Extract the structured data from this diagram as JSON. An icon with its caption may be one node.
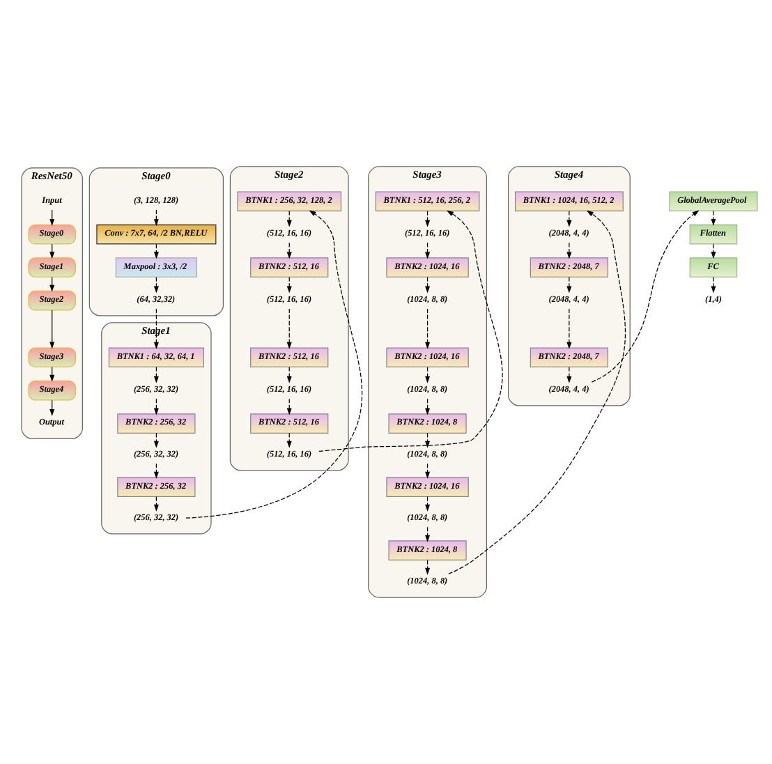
{
  "diagram": {
    "nodes": [
      {
        "text": [
          "ResNet50"
        ]
      },
      {
        "text": [
          "Input"
        ],
        "in": 0
      },
      {
        "text": [
          "Stage0"
        ],
        "in": 0
      },
      {
        "text": [
          "Stage1"
        ],
        "in": 0
      },
      {
        "text": [
          "Stage2"
        ],
        "in": 0
      },
      {
        "text": [
          "Stage3"
        ],
        "in": 0
      },
      {
        "text": [
          "Stage4"
        ],
        "in": 0
      },
      {
        "text": [
          "Output"
        ],
        "in": 0
      },
      {
        "text": [
          "Stage0"
        ]
      },
      {
        "text": [
          "(3, 128, 128)"
        ],
        "in": 8
      },
      {
        "text": [
          "Conv : 7x7, 64, /2 BN,RELU"
        ],
        "in": 8
      },
      {
        "text": [
          "Maxpool : 3x3, /2"
        ],
        "in": 8
      },
      {
        "text": [
          "(64, 32,32)"
        ],
        "in": 8
      },
      {
        "text": [
          "Stage1"
        ]
      },
      {
        "text": [
          "BTNK1 : 64, 32, 64, 1"
        ],
        "in": 13
      },
      {
        "text": [
          "(256, 32, 32)"
        ],
        "in": 13
      },
      {
        "text": [
          "BTNK2 : 256, 32"
        ],
        "in": 13
      },
      {
        "text": [
          "(256, 32, 32)"
        ],
        "in": 13
      },
      {
        "text": [
          "BTNK2 : 256, 32"
        ],
        "in": 13
      },
      {
        "text": [
          "(256, 32, 32)"
        ],
        "in": 13
      },
      {
        "text": [
          "Stage2"
        ]
      },
      {
        "text": [
          "BTNK1 : 256, 32, 128, 2"
        ],
        "in": 20
      },
      {
        "text": [
          "(512, 16, 16)"
        ],
        "in": 20
      },
      {
        "text": [
          "BTNK2 : 512, 16"
        ],
        "in": 20
      },
      {
        "text": [
          "(512, 16, 16)"
        ],
        "in": 20
      },
      {
        "text": [
          "BTNK2 : 512, 16"
        ],
        "in": 20
      },
      {
        "text": [
          "(512, 16, 16)"
        ],
        "in": 20
      },
      {
        "text": [
          "BTNK2 : 512, 16"
        ],
        "in": 20
      },
      {
        "text": [
          "(512, 16, 16)"
        ],
        "in": 20
      },
      {
        "text": [
          "Stage3"
        ]
      },
      {
        "text": [
          "BTNK1 : 512, 16, 256, 2"
        ],
        "in": 29
      },
      {
        "text": [
          "(512, 16, 16)"
        ],
        "in": 29
      },
      {
        "text": [
          "BTNK2 : 1024, 16"
        ],
        "in": 29
      },
      {
        "text": [
          "(1024, 8, 8)"
        ],
        "in": 29
      },
      {
        "text": [
          "BTNK2 : 1024, 16"
        ],
        "in": 29
      },
      {
        "text": [
          "(1024, 8, 8)"
        ],
        "in": 29
      },
      {
        "text": [
          "BTNK2 : 1024, 8"
        ],
        "in": 29
      },
      {
        "text": [
          "(1024, 8, 8)"
        ],
        "in": 29
      },
      {
        "text": [
          "BTNK2 : 1024, 16"
        ],
        "in": 29
      },
      {
        "text": [
          "(1024, 8, 8)"
        ],
        "in": 29
      },
      {
        "text": [
          "BTNK2 : 1024, 8"
        ],
        "in": 29
      },
      {
        "text": [
          "(1024, 8, 8)"
        ],
        "in": 29
      },
      {
        "text": [
          "Stage4"
        ]
      },
      {
        "text": [
          "BTNK1 : 1024, 16, 512, 2"
        ],
        "in": 42
      },
      {
        "text": [
          "(2048, 4, 4)"
        ],
        "in": 42
      },
      {
        "text": [
          "BTNK2 : 2048, 7"
        ],
        "in": 42
      },
      {
        "text": [
          "(2048, 4, 4)"
        ],
        "in": 42
      },
      {
        "text": [
          "BTNK2 : 2048, 7"
        ],
        "in": 42
      },
      {
        "text": [
          "(2048, 4, 4)"
        ],
        "in": 42
      },
      {
        "text": [
          "GlobalAveragePool"
        ]
      },
      {
        "text": [
          "Flatten"
        ]
      },
      {
        "text": [
          "FC"
        ]
      },
      {
        "text": [
          "(1,4)"
        ]
      }
    ],
    "edges": [
      {
        "from": 1,
        "to": 2,
        "arrow": "to"
      },
      {
        "from": 2,
        "to": 3,
        "arrow": "to"
      },
      {
        "from": 3,
        "to": 4,
        "arrow": "to"
      },
      {
        "from": 4,
        "to": 5,
        "arrow": "to"
      },
      {
        "from": 5,
        "to": 6,
        "arrow": "to"
      },
      {
        "from": 6,
        "to": 7,
        "arrow": "to"
      },
      {
        "from": 9,
        "to": 10,
        "arrow": "to",
        "style": "dashed"
      },
      {
        "from": 10,
        "to": 11,
        "arrow": "to",
        "style": "dashed"
      },
      {
        "from": 11,
        "to": 12,
        "arrow": "to",
        "style": "dashed"
      },
      {
        "from": 12,
        "to": 14,
        "arrow": "to",
        "style": "dashed"
      },
      {
        "from": 14,
        "to": 15,
        "arrow": "to",
        "style": "dashed"
      },
      {
        "from": 15,
        "to": 16,
        "arrow": "to",
        "style": "dashed"
      },
      {
        "from": 16,
        "to": 17,
        "arrow": "to",
        "style": "dashed"
      },
      {
        "from": 17,
        "to": 18,
        "arrow": "to",
        "style": "dashed"
      },
      {
        "from": 18,
        "to": 19,
        "arrow": "to",
        "style": "dashed"
      },
      {
        "from": 19,
        "to": 21,
        "arrow": "to",
        "style": "dashed"
      },
      {
        "from": 21,
        "to": 22,
        "arrow": "to",
        "style": "dashed"
      },
      {
        "from": 22,
        "to": 23,
        "arrow": "to",
        "style": "dashed"
      },
      {
        "from": 23,
        "to": 24,
        "arrow": "to",
        "style": "dashed"
      },
      {
        "from": 24,
        "to": 25,
        "arrow": "to",
        "style": "dashed"
      },
      {
        "from": 25,
        "to": 26,
        "arrow": "to",
        "style": "dashed"
      },
      {
        "from": 26,
        "to": 27,
        "arrow": "to",
        "style": "dashed"
      },
      {
        "from": 27,
        "to": 28,
        "arrow": "to",
        "style": "dashed"
      },
      {
        "from": 28,
        "to": 30,
        "arrow": "to",
        "style": "dashed"
      },
      {
        "from": 30,
        "to": 31,
        "arrow": "to",
        "style": "dashed"
      },
      {
        "from": 31,
        "to": 32,
        "arrow": "to",
        "style": "dashed"
      },
      {
        "from": 32,
        "to": 33,
        "arrow": "to",
        "style": "dashed"
      },
      {
        "from": 33,
        "to": 34,
        "arrow": "to",
        "style": "dashed"
      },
      {
        "from": 34,
        "to": 35,
        "arrow": "to",
        "style": "dashed"
      },
      {
        "from": 35,
        "to": 36,
        "arrow": "to",
        "style": "dashed"
      },
      {
        "from": 36,
        "to": 37,
        "arrow": "to",
        "style": "dashed"
      },
      {
        "from": 37,
        "to": 38,
        "arrow": "to",
        "style": "dashed"
      },
      {
        "from": 38,
        "to": 39,
        "arrow": "to",
        "style": "dashed"
      },
      {
        "from": 39,
        "to": 40,
        "arrow": "to",
        "style": "dashed"
      },
      {
        "from": 40,
        "to": 41,
        "arrow": "to",
        "style": "dashed"
      },
      {
        "from": 41,
        "to": 43,
        "arrow": "to",
        "style": "dashed"
      },
      {
        "from": 43,
        "to": 44,
        "arrow": "to",
        "style": "dashed"
      },
      {
        "from": 44,
        "to": 45,
        "arrow": "to",
        "style": "dashed"
      },
      {
        "from": 45,
        "to": 46,
        "arrow": "to",
        "style": "dashed"
      },
      {
        "from": 46,
        "to": 47,
        "arrow": "to",
        "style": "dashed"
      },
      {
        "from": 47,
        "to": 48,
        "arrow": "to",
        "style": "dashed"
      },
      {
        "from": 48,
        "to": 49,
        "arrow": "to",
        "style": "dashed"
      },
      {
        "from": 49,
        "to": 50,
        "arrow": "to",
        "style": "dashed"
      },
      {
        "from": 50,
        "to": 51,
        "arrow": "to",
        "style": "dashed"
      },
      {
        "from": 51,
        "to": 52,
        "arrow": "to",
        "style": "dashed"
      }
    ]
  }
}
